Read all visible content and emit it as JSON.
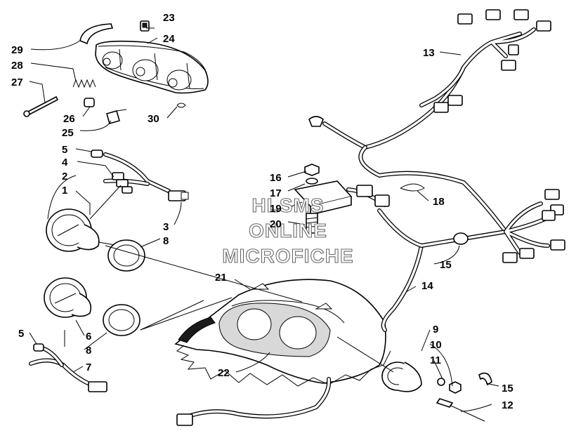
{
  "watermark": {
    "line1": "HLSMS",
    "line2": "ONLINE",
    "line3": "MICROFICHE"
  },
  "callouts": [
    {
      "id": "c23",
      "text": "23"
    },
    {
      "id": "c24",
      "text": "24"
    },
    {
      "id": "c29",
      "text": "29"
    },
    {
      "id": "c28",
      "text": "28"
    },
    {
      "id": "c27",
      "text": "27"
    },
    {
      "id": "c26",
      "text": "26"
    },
    {
      "id": "c30",
      "text": "30"
    },
    {
      "id": "c25",
      "text": "25"
    },
    {
      "id": "c5a",
      "text": "5"
    },
    {
      "id": "c4",
      "text": "4"
    },
    {
      "id": "c2",
      "text": "2"
    },
    {
      "id": "c1",
      "text": "1"
    },
    {
      "id": "c3",
      "text": "3"
    },
    {
      "id": "c8a",
      "text": "8"
    },
    {
      "id": "c5b",
      "text": "5"
    },
    {
      "id": "c6",
      "text": "6"
    },
    {
      "id": "c8b",
      "text": "8"
    },
    {
      "id": "c7",
      "text": "7"
    },
    {
      "id": "c13",
      "text": "13"
    },
    {
      "id": "c16",
      "text": "16"
    },
    {
      "id": "c17",
      "text": "17"
    },
    {
      "id": "c19",
      "text": "19"
    },
    {
      "id": "c20",
      "text": "20"
    },
    {
      "id": "c18",
      "text": "18"
    },
    {
      "id": "c15a",
      "text": "15"
    },
    {
      "id": "c14",
      "text": "14"
    },
    {
      "id": "c21",
      "text": "21"
    },
    {
      "id": "c22",
      "text": "22"
    },
    {
      "id": "c9",
      "text": "9"
    },
    {
      "id": "c10",
      "text": "10"
    },
    {
      "id": "c11",
      "text": "11"
    },
    {
      "id": "c15b",
      "text": "15"
    },
    {
      "id": "c12",
      "text": "12"
    }
  ]
}
